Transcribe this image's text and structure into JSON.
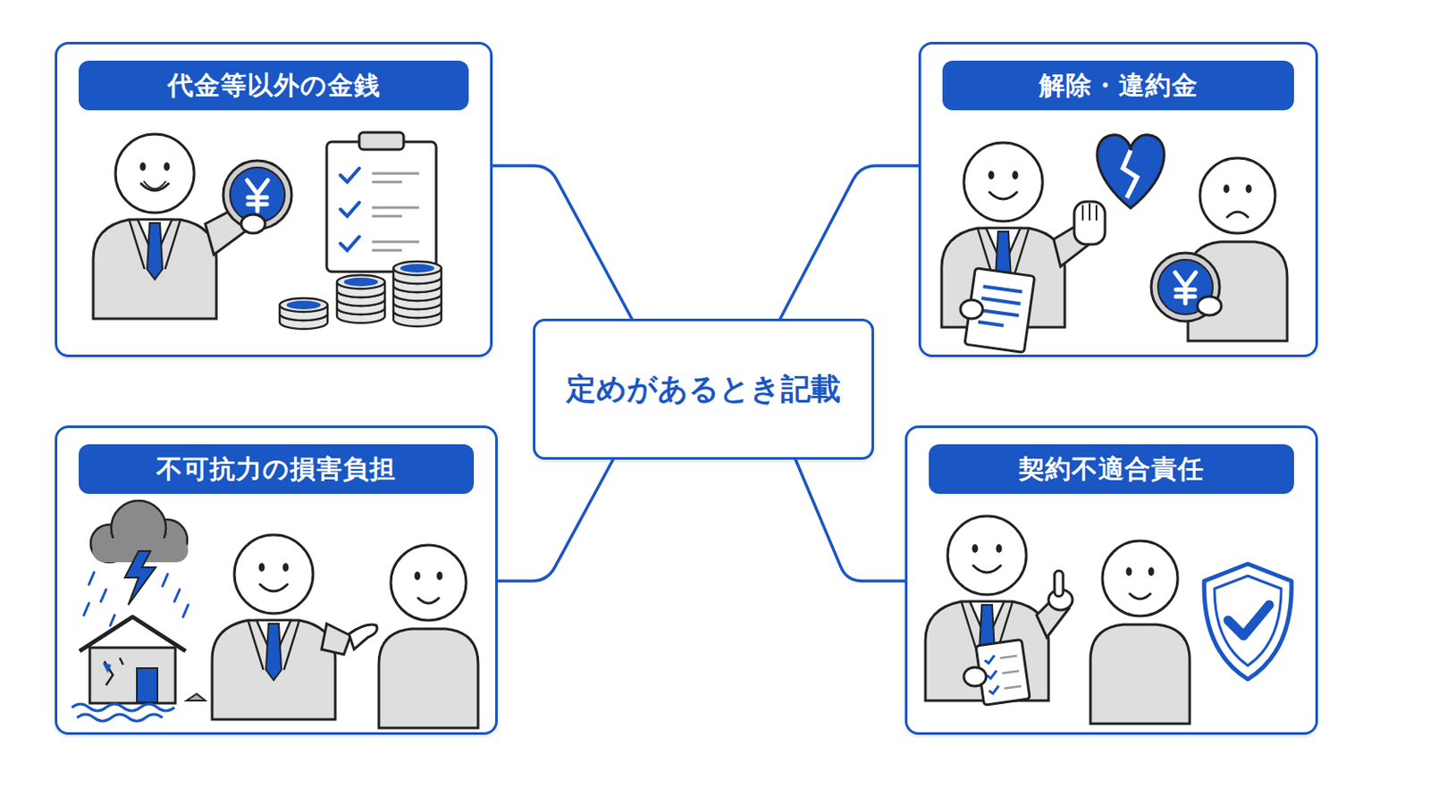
{
  "diagram": {
    "nodes": [
      {
        "text": [
          "代金等以外の金銭"
        ]
      },
      {
        "text": [
          "解除・違約金"
        ]
      },
      {
        "text": [
          "定めがあるとき記載"
        ]
      },
      {
        "text": [
          "不可抗力の損害負担"
        ]
      },
      {
        "text": [
          "契約不適合責任"
        ]
      }
    ],
    "edges": [
      {
        "from": 2,
        "to": 0,
        "arrow": "none"
      },
      {
        "from": 2,
        "to": 1,
        "arrow": "none"
      },
      {
        "from": 2,
        "to": 3,
        "arrow": "none"
      },
      {
        "from": 2,
        "to": 4,
        "arrow": "none"
      }
    ]
  }
}
